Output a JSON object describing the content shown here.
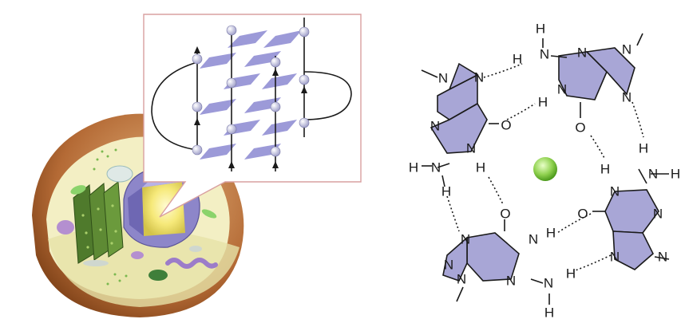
{
  "colors": {
    "base_fill": "#a8a6d6",
    "tetrad_plane": "#9c9ad8",
    "ion": "#8fd14f",
    "cell_wall": "#b46a35",
    "cytoplasm": "#f3efc4",
    "nucleus": "#8d86c9",
    "callout_border": "#d9a0a0"
  },
  "atoms": {
    "H": "H",
    "N": "N",
    "O": "O"
  }
}
